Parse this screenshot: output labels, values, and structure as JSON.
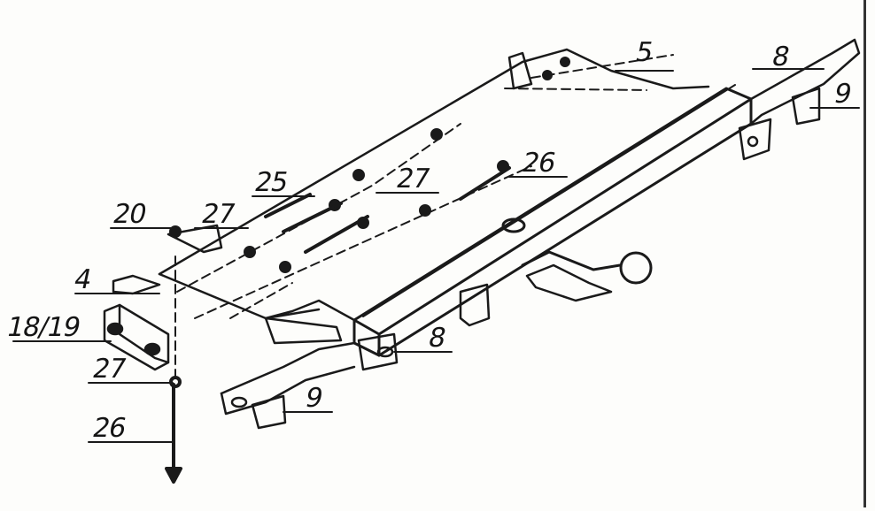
{
  "labels": {
    "l5": "5",
    "l8_top": "8",
    "l9_top": "9",
    "l26_upper": "26",
    "l27_upper": "27",
    "l25": "25",
    "l27_mid": "27",
    "l20": "20",
    "l4": "4",
    "l18_19": "18/19",
    "l27_lower": "27",
    "l8_lower": "8",
    "l9_lower": "9",
    "l26_lower": "26"
  }
}
